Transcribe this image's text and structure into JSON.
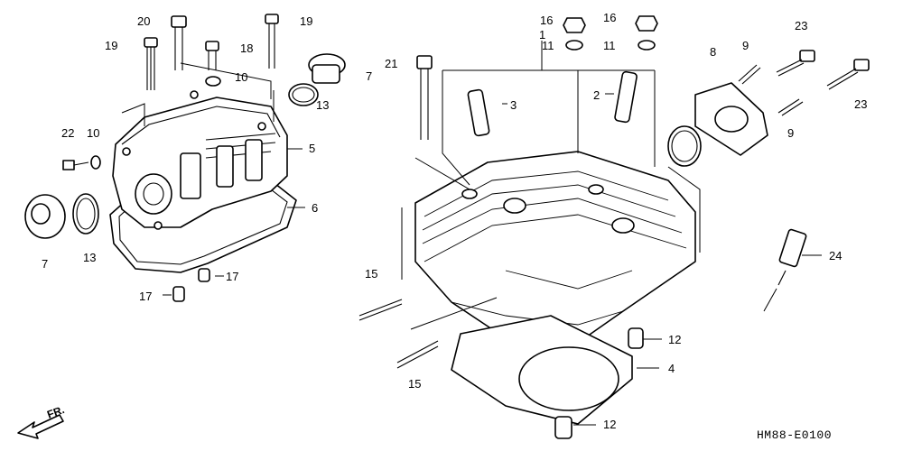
{
  "drawing_code": "HM88-E0100",
  "direction_label": "FR.",
  "callouts": {
    "c1": "1",
    "c2": "2",
    "c3": "3",
    "c4": "4",
    "c5": "5",
    "c6": "6",
    "c7a": "7",
    "c7b": "7",
    "c8": "8",
    "c9a": "9",
    "c9b": "9",
    "c10a": "10",
    "c10b": "10",
    "c11a": "11",
    "c11b": "11",
    "c12a": "12",
    "c12b": "12",
    "c13a": "13",
    "c13b": "13",
    "c15a": "15",
    "c15b": "15",
    "c16a": "16",
    "c16b": "16",
    "c17a": "17",
    "c17b": "17",
    "c18": "18",
    "c19a": "19",
    "c19b": "19",
    "c20": "20",
    "c21": "21",
    "c22": "22",
    "c23a": "23",
    "c23b": "23",
    "c24": "24"
  }
}
